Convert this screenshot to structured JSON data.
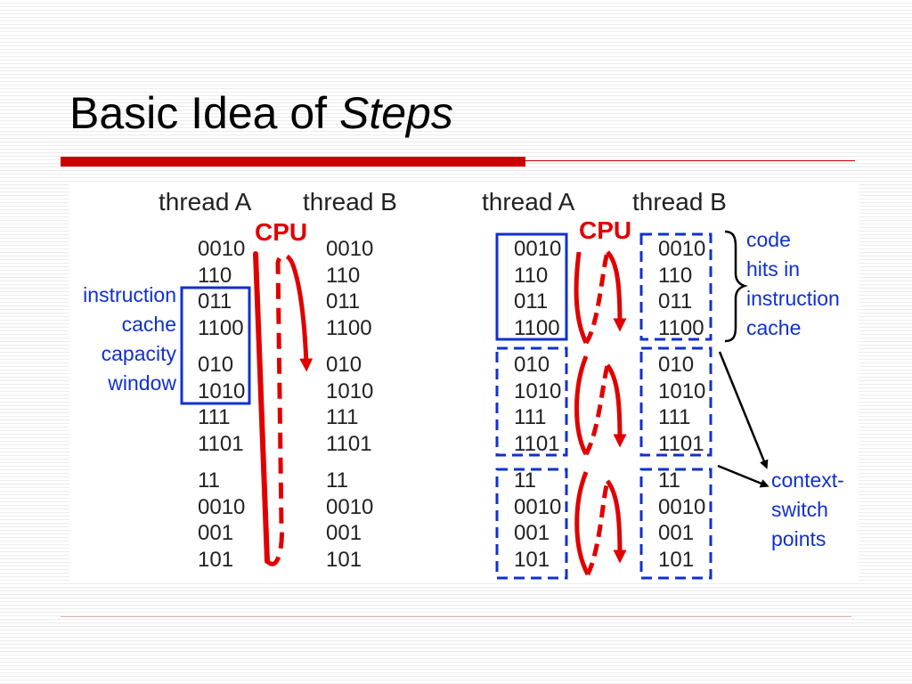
{
  "slide": {
    "title_plain": "Basic Idea of ",
    "title_italic": "Steps"
  },
  "figure": {
    "thread_a": "thread A",
    "thread_b": "thread B",
    "cpu": "CPU",
    "code_lines": [
      "0010",
      "110",
      "011",
      "1100",
      "010",
      "1010",
      "111",
      "1101",
      "11",
      "0010",
      "001",
      "101"
    ],
    "left_label": [
      "instruction",
      "cache",
      "capacity",
      "window"
    ],
    "right_label_top": [
      "code",
      "hits in",
      "instruction",
      "cache"
    ],
    "right_label_bottom": [
      "context-",
      "switch",
      "points"
    ]
  },
  "colors": {
    "accent_red": "#cc0000",
    "arrow_red": "#e00000",
    "box_blue": "#1030d0"
  }
}
